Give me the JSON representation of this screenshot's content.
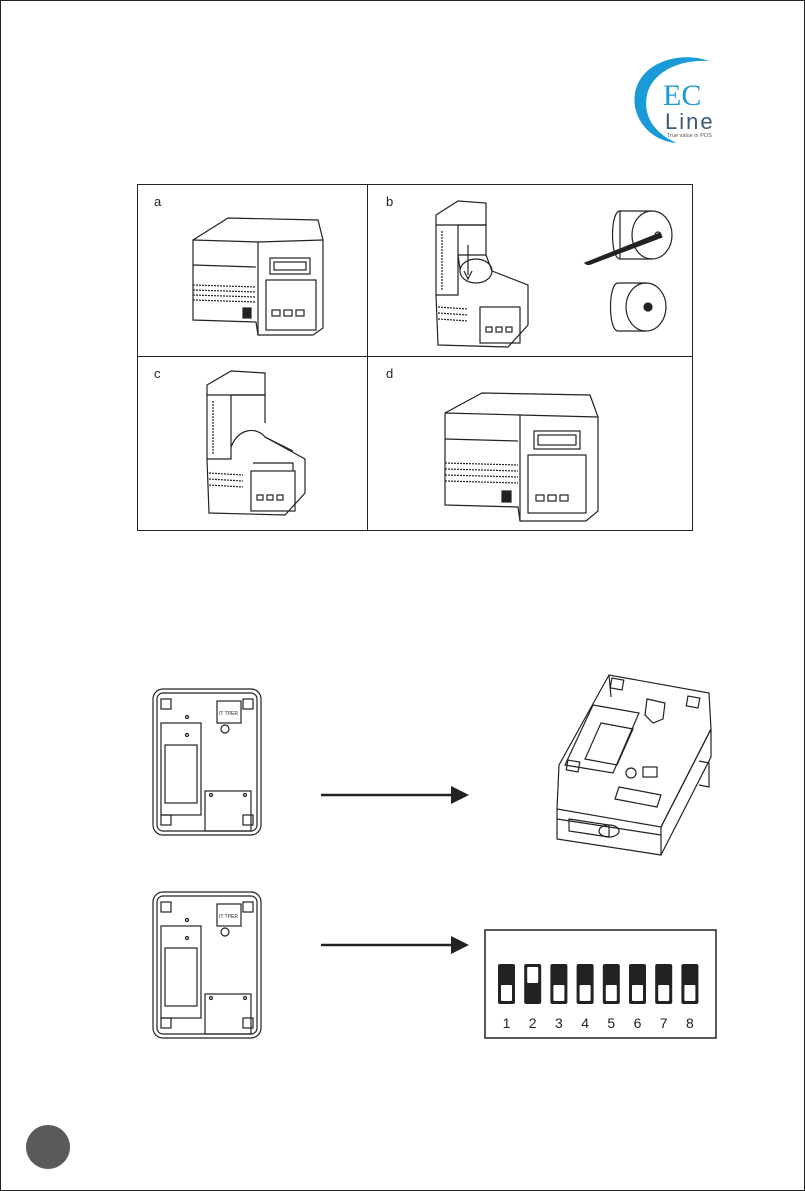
{
  "logo": {
    "text_top": "EC",
    "text_bottom": "Line",
    "tagline": "True value in POS",
    "color_primary": "#1a9ad6",
    "color_dark": "#3a5a7a"
  },
  "panels": [
    {
      "label": "a"
    },
    {
      "label": "b"
    },
    {
      "label": "c"
    },
    {
      "label": "d"
    }
  ],
  "bottom_view": {
    "label_small": "IT TPER"
  },
  "dip_switch": {
    "numbers": [
      "1",
      "2",
      "3",
      "4",
      "5",
      "6",
      "7",
      "8"
    ],
    "states": [
      "on",
      "off",
      "on",
      "on",
      "on",
      "on",
      "on",
      "on"
    ]
  },
  "page_marker_color": "#5a5a5a"
}
